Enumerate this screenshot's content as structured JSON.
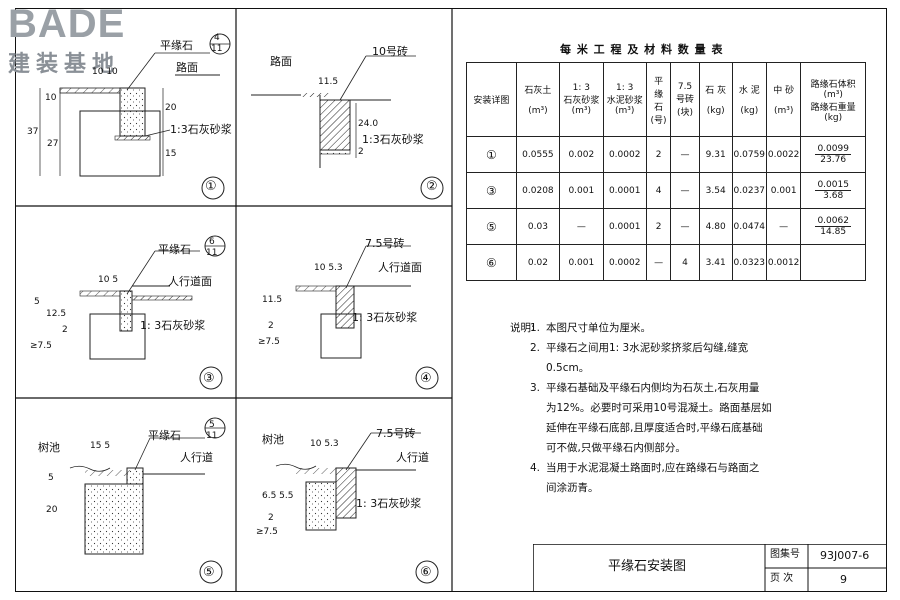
{
  "logo": {
    "main": "BADE",
    "sub": "建装基地"
  },
  "details": {
    "d1": {
      "num": "①",
      "callout_top": "4",
      "callout_bottom": "11",
      "label_stone": "平缘石",
      "label_road": "路面",
      "label_mortar": "1:3石灰砂浆",
      "dim_top": "10  10",
      "dim_l1": "10",
      "dim_l2": "37",
      "dim_l3": "27",
      "dim_r1": "20",
      "dim_r2": "15"
    },
    "d2": {
      "num": "②",
      "label_brick": "10号砖",
      "label_road": "路面",
      "label_mortar": "1:3石灰砂浆",
      "dim_top": "11.5",
      "dim_r1": "24.0",
      "dim_r2": "2"
    },
    "d3": {
      "num": "③",
      "callout_top": "6",
      "callout_bottom": "11",
      "label_stone": "平缘石",
      "label_walk": "人行道面",
      "label_mortar": "1: 3石灰砂浆",
      "dim_top": "10  5",
      "dim_l1": "5",
      "dim_l2": "12.5",
      "dim_l3": "≥7.5",
      "dim_l4": "2"
    },
    "d4": {
      "num": "④",
      "label_brick": "7.5号砖",
      "label_walk": "人行道面",
      "label_mortar": "1: 3石灰砂浆",
      "dim_top": "10  5.3",
      "dim_l1": "11.5",
      "dim_l2": "≥7.5",
      "dim_l3": "2"
    },
    "d5": {
      "num": "⑤",
      "callout_top": "5",
      "callout_bottom": "11",
      "label_pool": "树池",
      "label_stone": "平缘石",
      "label_walk": "人行道",
      "dim_top": "15  5",
      "dim_l1": "5",
      "dim_l2": "20"
    },
    "d6": {
      "num": "⑥",
      "label_pool": "树池",
      "label_brick": "7.5号砖",
      "label_walk": "人行道",
      "label_mortar": "1: 3石灰砂浆",
      "dim_top": "10  5.3",
      "dim_l1": "6.5 5.5",
      "dim_l2": "≥7.5",
      "dim_l3": "2"
    }
  },
  "table": {
    "title": "每 米 工 程 及 材 料 数 量 表",
    "headers": [
      {
        "lines": [
          "安装详图"
        ]
      },
      {
        "lines": [
          "石灰土",
          "(m³)"
        ]
      },
      {
        "lines": [
          "1: 3",
          "石灰砂浆",
          "(m³)"
        ]
      },
      {
        "lines": [
          "1: 3",
          "水泥砂浆",
          "(m³)"
        ]
      },
      {
        "lines": [
          "平",
          "缘",
          "石",
          "(号)"
        ]
      },
      {
        "lines": [
          "7.5",
          "号砖",
          "(块)"
        ]
      },
      {
        "lines": [
          "石 灰",
          "(kg)"
        ]
      },
      {
        "lines": [
          "水 泥",
          "(kg)"
        ]
      },
      {
        "lines": [
          "中 砂",
          "(m³)"
        ]
      },
      {
        "lines": [
          "路缘石体积",
          "(m³)",
          "路缘石重量",
          "(kg)"
        ]
      }
    ],
    "rows": [
      {
        "detail": "①",
        "lime_soil": "0.0555",
        "lime_mortar": "0.002",
        "cement_mortar": "0.0002",
        "stone": "2",
        "brick": "—",
        "lime": "9.31",
        "cement": "0.0759",
        "sand": "0.0022",
        "vol": "0.0099",
        "weight": "23.76"
      },
      {
        "detail": "③",
        "lime_soil": "0.0208",
        "lime_mortar": "0.001",
        "cement_mortar": "0.0001",
        "stone": "4",
        "brick": "—",
        "lime": "3.54",
        "cement": "0.0237",
        "sand": "0.001",
        "vol": "0.0015",
        "weight": "3.68"
      },
      {
        "detail": "⑤",
        "lime_soil": "0.03",
        "lime_mortar": "—",
        "cement_mortar": "0.0001",
        "stone": "2",
        "brick": "—",
        "lime": "4.80",
        "cement": "0.0474",
        "sand": "—",
        "vol": "0.0062",
        "weight": "14.85"
      },
      {
        "detail": "⑥",
        "lime_soil": "0.02",
        "lime_mortar": "0.001",
        "cement_mortar": "0.0002",
        "stone": "—",
        "brick": "4",
        "lime": "3.41",
        "cement": "0.0323",
        "sand": "0.0012",
        "vol": "",
        "weight": ""
      }
    ]
  },
  "notes": {
    "lead": "说明:",
    "items": [
      {
        "num": "1.",
        "lines": [
          "本图尺寸单位为厘米。"
        ]
      },
      {
        "num": "2.",
        "lines": [
          "平缘石之间用1: 3水泥砂浆挤浆后勾缝,缝宽",
          "0.5cm。"
        ]
      },
      {
        "num": "3.",
        "lines": [
          "平缘石基础及平缘石内侧均为石灰土,石灰用量",
          "为12%。必要时可采用10号混凝土。路面基层如",
          "延伸在平缘石底部,且厚度适合时,平缘石底基础",
          "可不做,只做平缘石内侧部分。"
        ]
      },
      {
        "num": "4.",
        "lines": [
          "当用于水泥混凝土路面时,应在路缘石与路面之",
          "间涂沥青。"
        ]
      }
    ]
  },
  "title_block": {
    "title": "平缘石安装图",
    "atlas_label": "图集号",
    "atlas_no": "93J007-6",
    "page_label": "页  次",
    "page_no": "9"
  }
}
